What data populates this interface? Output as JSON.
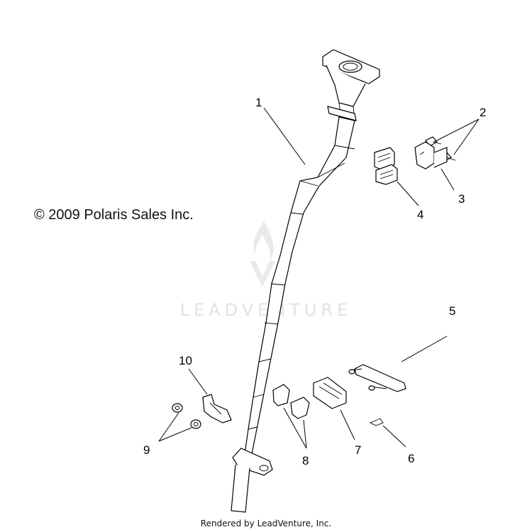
{
  "diagram": {
    "copyright": "© 2009 Polaris Sales Inc.",
    "footer": "Rendered by LeadVenture, Inc.",
    "watermark": "LEADVENTURE",
    "callouts": {
      "c1": "1",
      "c2": "2",
      "c3": "3",
      "c4": "4",
      "c5": "5",
      "c6": "6",
      "c7": "7",
      "c8": "8",
      "c9": "9",
      "c10": "10"
    }
  }
}
